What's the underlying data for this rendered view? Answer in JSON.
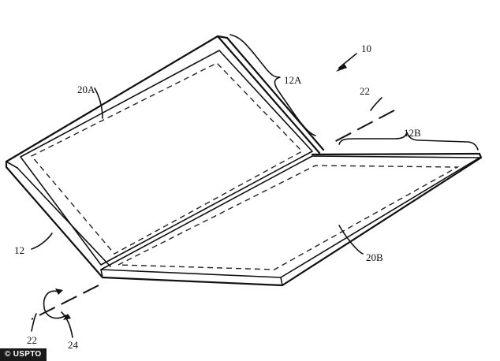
{
  "figure": {
    "labels": {
      "device": "10",
      "housing": "12",
      "housing_portion_a": "12A",
      "housing_portion_b": "12B",
      "display_a": "20A",
      "display_b": "20B",
      "axis_top": "22",
      "axis_bottom": "22",
      "rotation": "24"
    }
  },
  "credit": "© USPTO"
}
